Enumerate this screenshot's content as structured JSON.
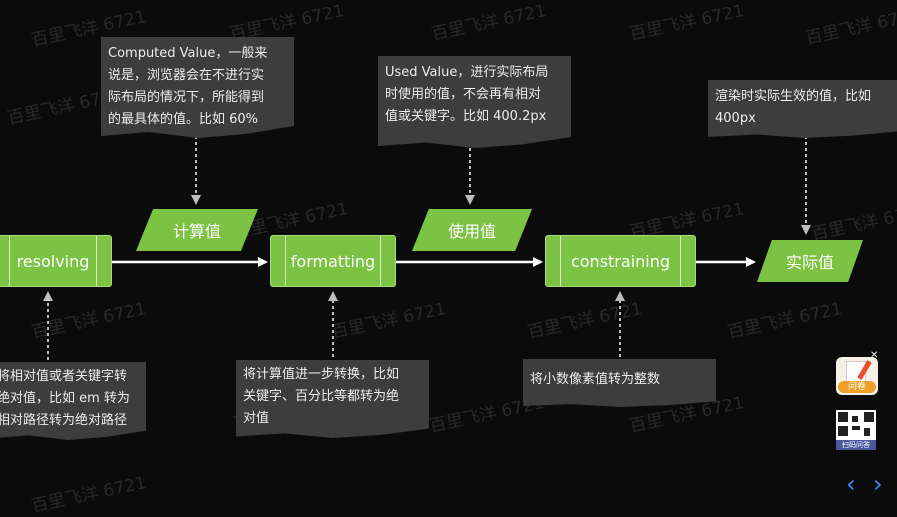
{
  "nodes": {
    "resolving": "resolving",
    "formatting": "formatting",
    "constraining": "constraining"
  },
  "values": {
    "computed": "计算值",
    "used": "使用值",
    "actual": "实际值"
  },
  "notes": {
    "computed": [
      "Computed Value，一般来",
      "说是，浏览器会在不进行实",
      "际布局的情况下，所能得到",
      "的最具体的值。比如 60%"
    ],
    "used": [
      "Used Value，进行实际布局",
      "时使用的值，不会再有相对",
      "值或关键字。比如 400.2px"
    ],
    "actual": [
      "渲染时实际生效的值，比如",
      "400px"
    ],
    "resolving": [
      "将相对值或者关键字转",
      "绝对值，比如 em 转为",
      "相对路径转为绝对路径"
    ],
    "formatting": [
      "将计算值进一步转换，比如",
      "关键字、百分比等都转为绝",
      "对值"
    ],
    "constraining": [
      "将小数像素值转为整数"
    ]
  },
  "watermark": "百里飞洋 6721",
  "widgets": {
    "survey_label": "问卷",
    "qr_caption": "扫码问答"
  },
  "icons": {
    "survey": "survey-icon",
    "close": "close-icon",
    "qr": "qr-code-icon",
    "prev": "chevron-left-icon",
    "next": "chevron-right-icon"
  },
  "nav": {
    "prev": "‹",
    "next": "›"
  },
  "colors": {
    "node": "#7cc243",
    "note": "#3d3d3d",
    "connector": "#ffffff",
    "nav": "#3b8cff"
  }
}
